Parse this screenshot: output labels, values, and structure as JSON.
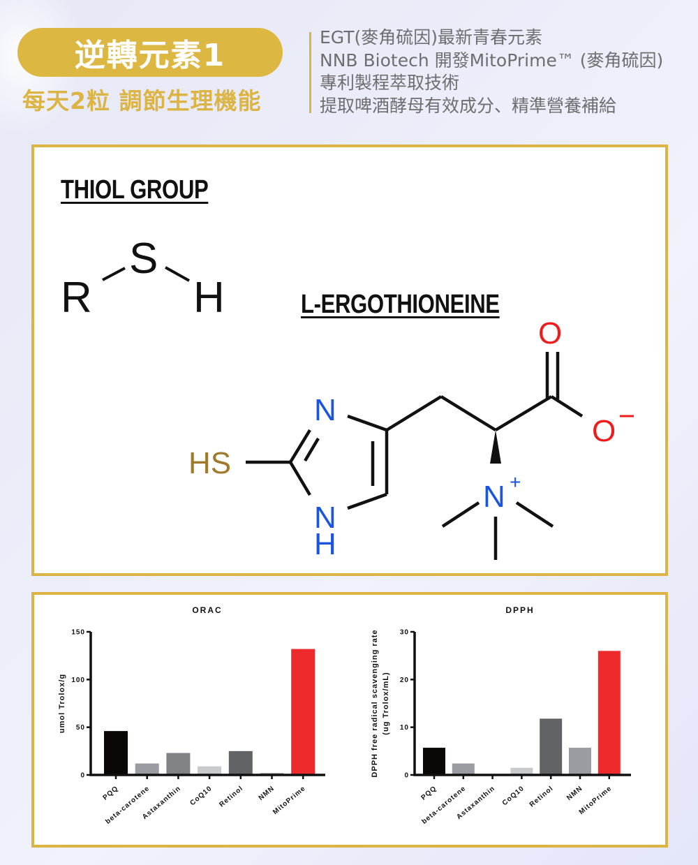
{
  "header": {
    "badge": "逆轉元素1",
    "subheading": "每天2粒 調節生理機能",
    "description_lines": [
      "EGT(麥角硫因)最新青春元素",
      "NNB Biotech 開發MitoPrime™ (麥角硫因)",
      "專利製程萃取技術",
      "提取啤酒酵母有效成分、精準營養補給"
    ]
  },
  "chemistry": {
    "thiol_title": "THIOL GROUP",
    "thiol_atoms": {
      "r": "R",
      "s": "S",
      "h": "H"
    },
    "ergo_title": "L-ERGOTHIONEINE",
    "ergo_atoms": {
      "hs": "HS",
      "n_top": "N",
      "n_bottom": "N",
      "h_bottom": "H",
      "o_double": "O",
      "o_minus": "O",
      "minus": "−",
      "n_plus": "N",
      "plus": "+"
    },
    "colors": {
      "sulfur": "#a07a2a",
      "nitrogen": "#1a55e0",
      "oxygen": "#ee1c1c",
      "bond": "#111111"
    }
  },
  "colors": {
    "gold": "#dcb443",
    "red_bar": "#ee2a2d",
    "background": "#eaebf8"
  },
  "chart_data": [
    {
      "type": "bar",
      "title": "ORAC",
      "xlabel": "",
      "ylabel": "umol Trolox/g",
      "ylim": [
        0,
        150
      ],
      "yticks": [
        0,
        50,
        100,
        150
      ],
      "categories": [
        "PQQ",
        "beta-carotene",
        "Astaxanthin",
        "CoQ10",
        "Retinol",
        "NMN",
        "MitoPrime"
      ],
      "values": [
        46,
        12,
        23,
        9,
        25,
        2,
        132
      ],
      "bar_colors": [
        "#0a0706",
        "#9a9ca1",
        "#808285",
        "#c9cacc",
        "#626366",
        "#9a9ca1",
        "#ee2a2d"
      ],
      "grid": false,
      "legend": null
    },
    {
      "type": "bar",
      "title": "DPPH",
      "xlabel": "",
      "ylabel": "DPPH free radical scavenging rate (ug Trolox/mL)",
      "ylim": [
        0,
        30
      ],
      "yticks": [
        0,
        10,
        20,
        30
      ],
      "categories": [
        "PQQ",
        "beta-carotene",
        "Astaxanthin",
        "CoQ10",
        "Retinol",
        "NMN",
        "MitoPrime"
      ],
      "values": [
        5.7,
        2.4,
        0,
        1.5,
        11.8,
        5.7,
        26
      ],
      "bar_colors": [
        "#0a0706",
        "#9a9ca1",
        "#808285",
        "#c9cacc",
        "#626366",
        "#9a9ca1",
        "#ee2a2d"
      ],
      "grid": false,
      "legend": null
    }
  ]
}
